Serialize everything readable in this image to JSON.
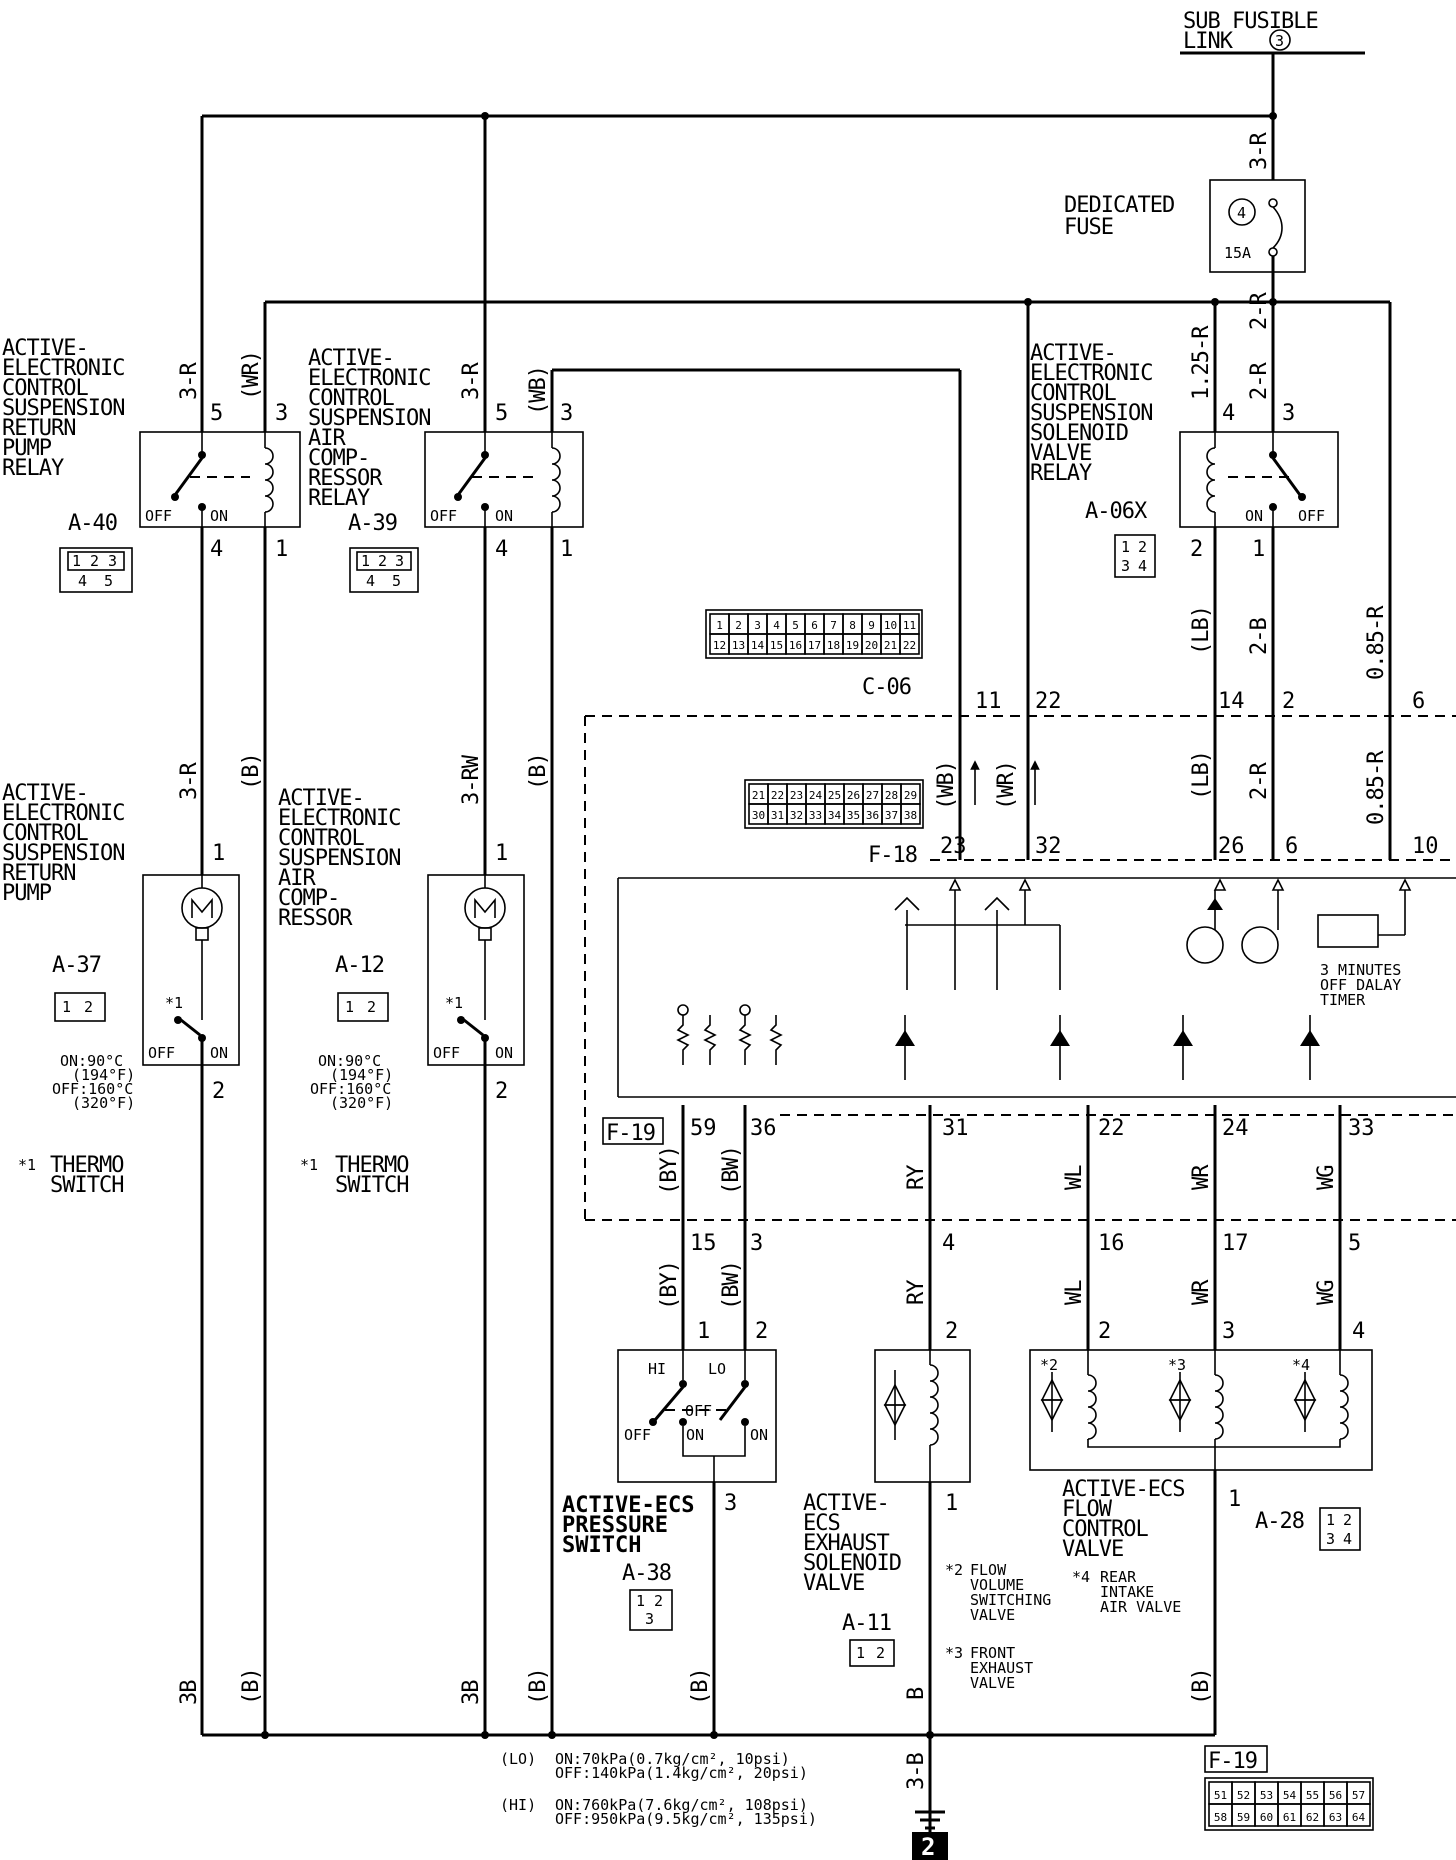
{
  "top": {
    "sub_fusible_link_line1": "SUB FUSIBLE",
    "sub_fusible_link_line2": "LINK",
    "sub_fusible_link_num": "3",
    "wire_3r": "3-R",
    "dedicated_fuse_line1": "DEDICATED",
    "dedicated_fuse_line2": "FUSE",
    "fuse_num": "4",
    "fuse_rating": "15A",
    "wire_2r_a": "2-R",
    "wire_2r_b": "2-R",
    "wire_125r": "1.25-R"
  },
  "return_relay": {
    "name_lines": [
      "ACTIVE-",
      "ELECTRONIC",
      "CONTROL",
      "SUSPENSION",
      "RETURN",
      "PUMP",
      "RELAY"
    ],
    "connector": "A-40",
    "wire_in": "3-R",
    "wire_coil": "(WR)",
    "pin5": "5",
    "pin3": "3",
    "pin4": "4",
    "pin1": "1",
    "off": "OFF",
    "on": "ON",
    "conn_pins": [
      "1",
      "2",
      "3",
      "4",
      "5"
    ]
  },
  "compressor_relay": {
    "name_lines": [
      "ACTIVE-",
      "ELECTRONIC",
      "CONTROL",
      "SUSPENSION",
      "AIR",
      "COMP-",
      "RESSOR",
      "RELAY"
    ],
    "connector": "A-39",
    "wire_in": "3-R",
    "wire_coil": "(WB)",
    "pin5": "5",
    "pin3": "3",
    "pin4": "4",
    "pin1": "1",
    "off": "OFF",
    "on": "ON",
    "conn_pins": [
      "1",
      "2",
      "3",
      "4",
      "5"
    ]
  },
  "solenoid_relay": {
    "name_lines": [
      "ACTIVE-",
      "ELECTRONIC",
      "CONTROL",
      "SUSPENSION",
      "SOLENOID",
      "VALVE",
      "RELAY"
    ],
    "connector": "A-06X",
    "pin4": "4",
    "pin3": "3",
    "pin2": "2",
    "pin1": "1",
    "off": "OFF",
    "on": "ON",
    "wire_lb": "(LB)",
    "wire_2b": "2-B",
    "wire_085r": "0.85-R",
    "conn_pins": [
      "1",
      "2",
      "3",
      "4"
    ]
  },
  "connector_c06": {
    "label": "C-06",
    "row1": [
      "1",
      "2",
      "3",
      "4",
      "5",
      "6",
      "7",
      "8",
      "9",
      "10",
      "11"
    ],
    "row2": [
      "12",
      "13",
      "14",
      "15",
      "16",
      "17",
      "18",
      "19",
      "20",
      "21",
      "22"
    ],
    "pins": [
      "11",
      "22",
      "14",
      "2",
      "6"
    ]
  },
  "connector_f18": {
    "label": "F-18",
    "row1": [
      "21",
      "22",
      "23",
      "24",
      "25",
      "26",
      "27",
      "28",
      "29"
    ],
    "row2": [
      "30",
      "31",
      "32",
      "33",
      "34",
      "35",
      "36",
      "37",
      "38"
    ],
    "pins": [
      "23",
      "32",
      "26",
      "6",
      "10"
    ],
    "wires": [
      "(WB)",
      "(WR)",
      "(LB)",
      "2-R",
      "0.85-R"
    ]
  },
  "ecu": {
    "timer_lines": [
      "3 MINUTES",
      "OFF DALAY",
      "TIMER"
    ],
    "f19_label": "F-19",
    "bottom_pins": [
      "59",
      "36",
      "31",
      "22",
      "24",
      "33"
    ],
    "bottom_wires": [
      "(BY)",
      "(BW)",
      "RY",
      "WL",
      "WR",
      "WG"
    ]
  },
  "lower_connector": {
    "pins": [
      "15",
      "3",
      "4",
      "16",
      "17",
      "5"
    ],
    "wires": [
      "(BY)",
      "(BW)",
      "RY",
      "WL",
      "WR",
      "WG"
    ]
  },
  "return_pump": {
    "name_lines": [
      "ACTIVE-",
      "ELECTRONIC",
      "CONTROL",
      "SUSPENSION",
      "RETURN",
      "PUMP"
    ],
    "connector": "A-37",
    "wire": "3-R",
    "pin1": "1",
    "pin2": "2",
    "thermo_mark": "*1",
    "off": "OFF",
    "on": "ON",
    "spec_lines": [
      "ON:90°C",
      "(194°F)",
      "OFF:160°C",
      "(320°F)"
    ],
    "note_mark": "*1",
    "note_lines": [
      "THERMO",
      "SWITCH"
    ],
    "conn_pins": [
      "1",
      "2"
    ],
    "ground_wire": "3B"
  },
  "air_compressor": {
    "name_lines": [
      "ACTIVE-",
      "ELECTRONIC",
      "CONTROL",
      "SUSPENSION",
      "AIR",
      "COMP-",
      "RESSOR"
    ],
    "connector": "A-12",
    "wire": "3-RW",
    "pin1": "1",
    "pin2": "2",
    "thermo_mark": "*1",
    "off": "OFF",
    "on": "ON",
    "spec_lines": [
      "ON:90°C",
      "(194°F)",
      "OFF:160°C",
      "(320°F)"
    ],
    "note_mark": "*1",
    "note_lines": [
      "THERMO",
      "SWITCH"
    ],
    "conn_pins": [
      "1",
      "2"
    ],
    "ground_wire": "3B"
  },
  "ground_wires": {
    "b": "(B)"
  },
  "pressure_switch": {
    "name_lines": [
      "ACTIVE-ECS",
      "PRESSURE",
      "SWITCH"
    ],
    "connector": "A-38",
    "hi": "HI",
    "lo": "LO",
    "off": "OFF",
    "on": "ON",
    "pin1": "1",
    "pin2": "2",
    "pin3": "3",
    "conn_pins": [
      "1",
      "2",
      "3"
    ],
    "spec_lo_tag": "(LO)",
    "spec_lo_lines": [
      "ON:70kPa(0.7kg/cm², 10psi)",
      "OFF:140kPa(1.4kg/cm², 20psi)"
    ],
    "spec_hi_tag": "(HI)",
    "spec_hi_lines": [
      "ON:760kPa(7.6kg/cm², 108psi)",
      "OFF:950kPa(9.5kg/cm², 135psi)"
    ]
  },
  "exhaust_valve": {
    "name_lines": [
      "ACTIVE-",
      "ECS",
      "EXHAUST",
      "SOLENOID",
      "VALVE"
    ],
    "connector": "A-11",
    "pin2": "2",
    "pin1": "1",
    "wire_b": "B",
    "wire_3b": "3-B",
    "conn_pins": [
      "1",
      "2"
    ]
  },
  "flow_control_valve": {
    "name_lines": [
      "ACTIVE-ECS",
      "FLOW",
      "CONTROL",
      "VALVE"
    ],
    "connector": "A-28",
    "pins": [
      "2",
      "3",
      "4"
    ],
    "pin1": "1",
    "marks": [
      "*2",
      "*3",
      "*4"
    ],
    "conn_pins": [
      "1",
      "2",
      "3",
      "4"
    ],
    "note2_mark": "*2",
    "note2_lines": [
      "FLOW",
      "VOLUME",
      "SWITCHING",
      "VALVE"
    ],
    "note3_mark": "*3",
    "note3_lines": [
      "FRONT",
      "EXHAUST",
      "VALVE"
    ],
    "note4_mark": "*4",
    "note4_lines": [
      "REAR",
      "INTAKE",
      "AIR VALVE"
    ]
  },
  "f19_bottom": {
    "label": "F-19",
    "row1": [
      "51",
      "52",
      "53",
      "54",
      "55",
      "56",
      "57"
    ],
    "row2": [
      "58",
      "59",
      "60",
      "61",
      "62",
      "63",
      "64"
    ]
  },
  "ground_num": "2"
}
